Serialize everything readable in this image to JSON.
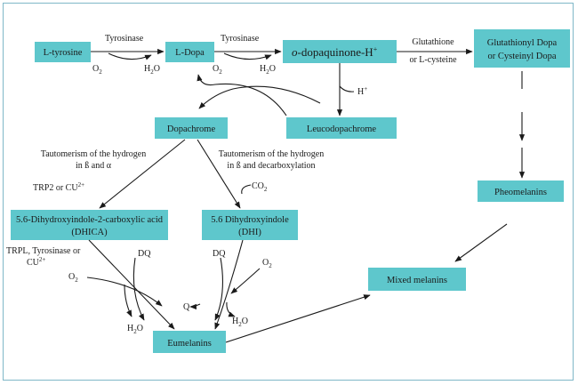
{
  "colors": {
    "node_fill": "#5ec7cc",
    "frame": "#7fb7c8",
    "line": "#1a1a1a"
  },
  "nodes": {
    "l_tyrosine": "L-tyrosine",
    "l_dopa": "L-Dopa",
    "dopaquinone_prefix": "o",
    "dopaquinone": "-dopaquinone-H",
    "dopaquinone_charge": "+",
    "glutathionyl_line1": "Glutathionyl Dopa",
    "glutathionyl_line2": "or Cysteinyl Dopa",
    "dopachrome": "Dopachrome",
    "leucodopachrome": "Leucodopachrome",
    "dhica_line1": "5.6-Dihydroxyindole-2-carboxylic acid",
    "dhica_line2": "(DHICA)",
    "dhi_line1": "5.6 Dihydroxyindole",
    "dhi_line2": "(DHI)",
    "pheomelanins": "Pheomelanins",
    "mixed_melanins": "Mixed melanins",
    "eumelanins": "Eumelanins"
  },
  "labels": {
    "tyrosinase_1": "Tyrosinase",
    "tyrosinase_2": "Tyrosinase",
    "o2_1": "O",
    "h2o_1": "H",
    "o2_2": "O",
    "h2o_2": "H",
    "glutathione_line1": "Glutathione",
    "glutathione_line2": "or L-cysteine",
    "h_plus": "H",
    "taut_left_line1": "Tautomerism of the hydrogen",
    "taut_left_line2": "in ß and α",
    "taut_right_line1": "Tautomerism of the hydrogen",
    "taut_right_line2": "in ß and decarboxylation",
    "trp2": "TRP2 or CU",
    "trp2_sup": "2+",
    "co2": "CO",
    "trpl_line1": "TRPL, Tyrosinase or",
    "trpl_line2": "CU",
    "trpl_sup": "2+",
    "o2_3": "O",
    "dq_1": "DQ",
    "h2o_3": "H",
    "q": "Q",
    "dq_2": "DQ",
    "o2_4": "O",
    "h2o_4": "H",
    "sub_2": "2",
    "o_suffix": "O",
    "plus": "+"
  }
}
